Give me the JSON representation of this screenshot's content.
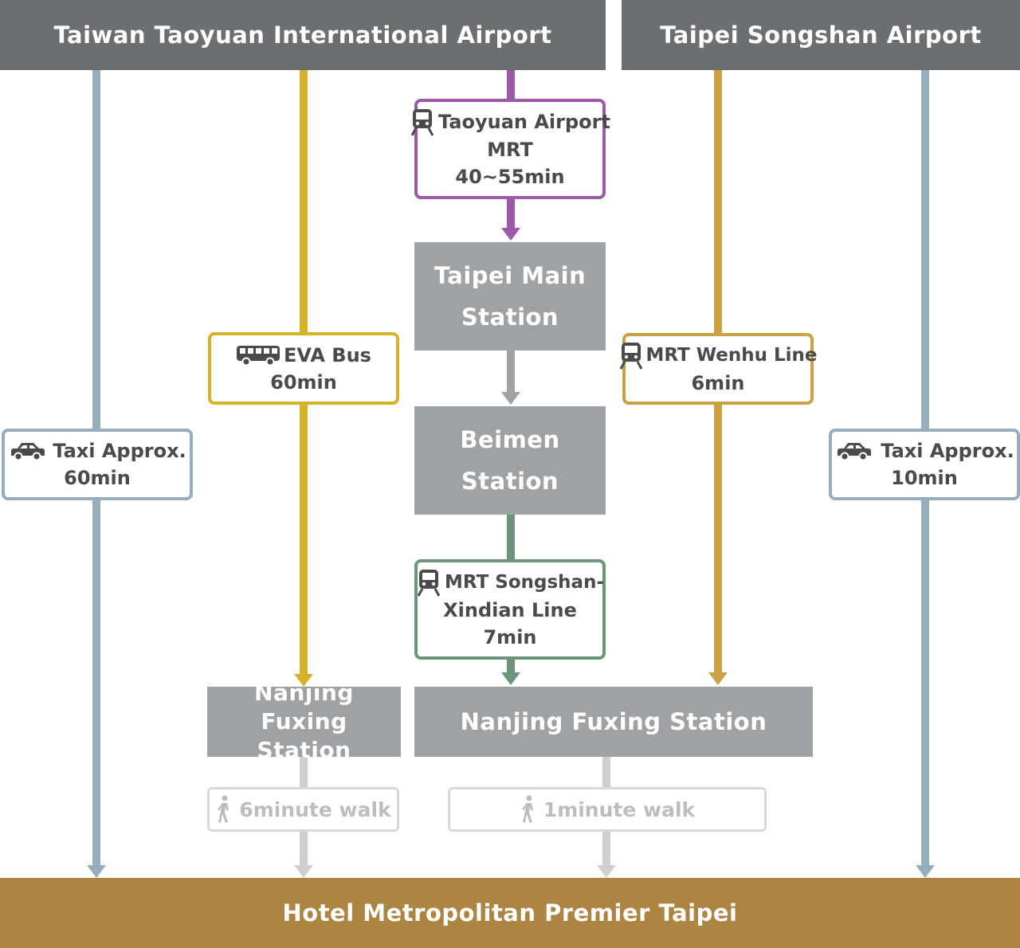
{
  "headers": {
    "taoyuan": "Taiwan Taoyuan International Airport",
    "songshan": "Taipei Songshan Airport"
  },
  "routes": {
    "taoyuan_mrt": {
      "line1": "Taoyuan Airport",
      "line2": "MRT",
      "time": "40~55min",
      "icon": "train-icon"
    },
    "eva_bus": {
      "name": "EVA Bus",
      "time": "60min",
      "icon": "bus-icon"
    },
    "taxi_taoyuan": {
      "name": "Taxi Approx.",
      "time": "60min",
      "icon": "taxi-icon"
    },
    "wenhu": {
      "name": "MRT Wenhu Line",
      "time": "6min",
      "icon": "train-icon"
    },
    "taxi_songshan": {
      "name": "Taxi Approx.",
      "time": "10min",
      "icon": "taxi-icon"
    },
    "songshan_xindian": {
      "line1": "MRT Songshan-",
      "line2": "Xindian Line",
      "time": "7min",
      "icon": "train-icon"
    }
  },
  "stations": {
    "taipei_main": {
      "line1": "Taipei Main",
      "line2": "Station"
    },
    "beimen": {
      "line1": "Beimen",
      "line2": "Station"
    },
    "nanjing_left": {
      "line1": "Nanjing Fuxing",
      "line2": "Station"
    },
    "nanjing_right": "Nanjing Fuxing Station"
  },
  "walks": {
    "left": "6minute walk",
    "right": "1minute walk",
    "icon": "walking-person-icon"
  },
  "destination": "Hotel Metropolitan Premier Taipei",
  "colors": {
    "header": "#6d6e70",
    "taxi_line": "#97adbc",
    "bus_line": "#d3b32a",
    "airport_mrt_line": "#9c5ba6",
    "songshan_xindian_line": "#6c957c",
    "wenhu_line": "#c9a245",
    "station": "#a0a1a3",
    "walk_line": "#cfcfcf",
    "footer": "#ab8541"
  }
}
